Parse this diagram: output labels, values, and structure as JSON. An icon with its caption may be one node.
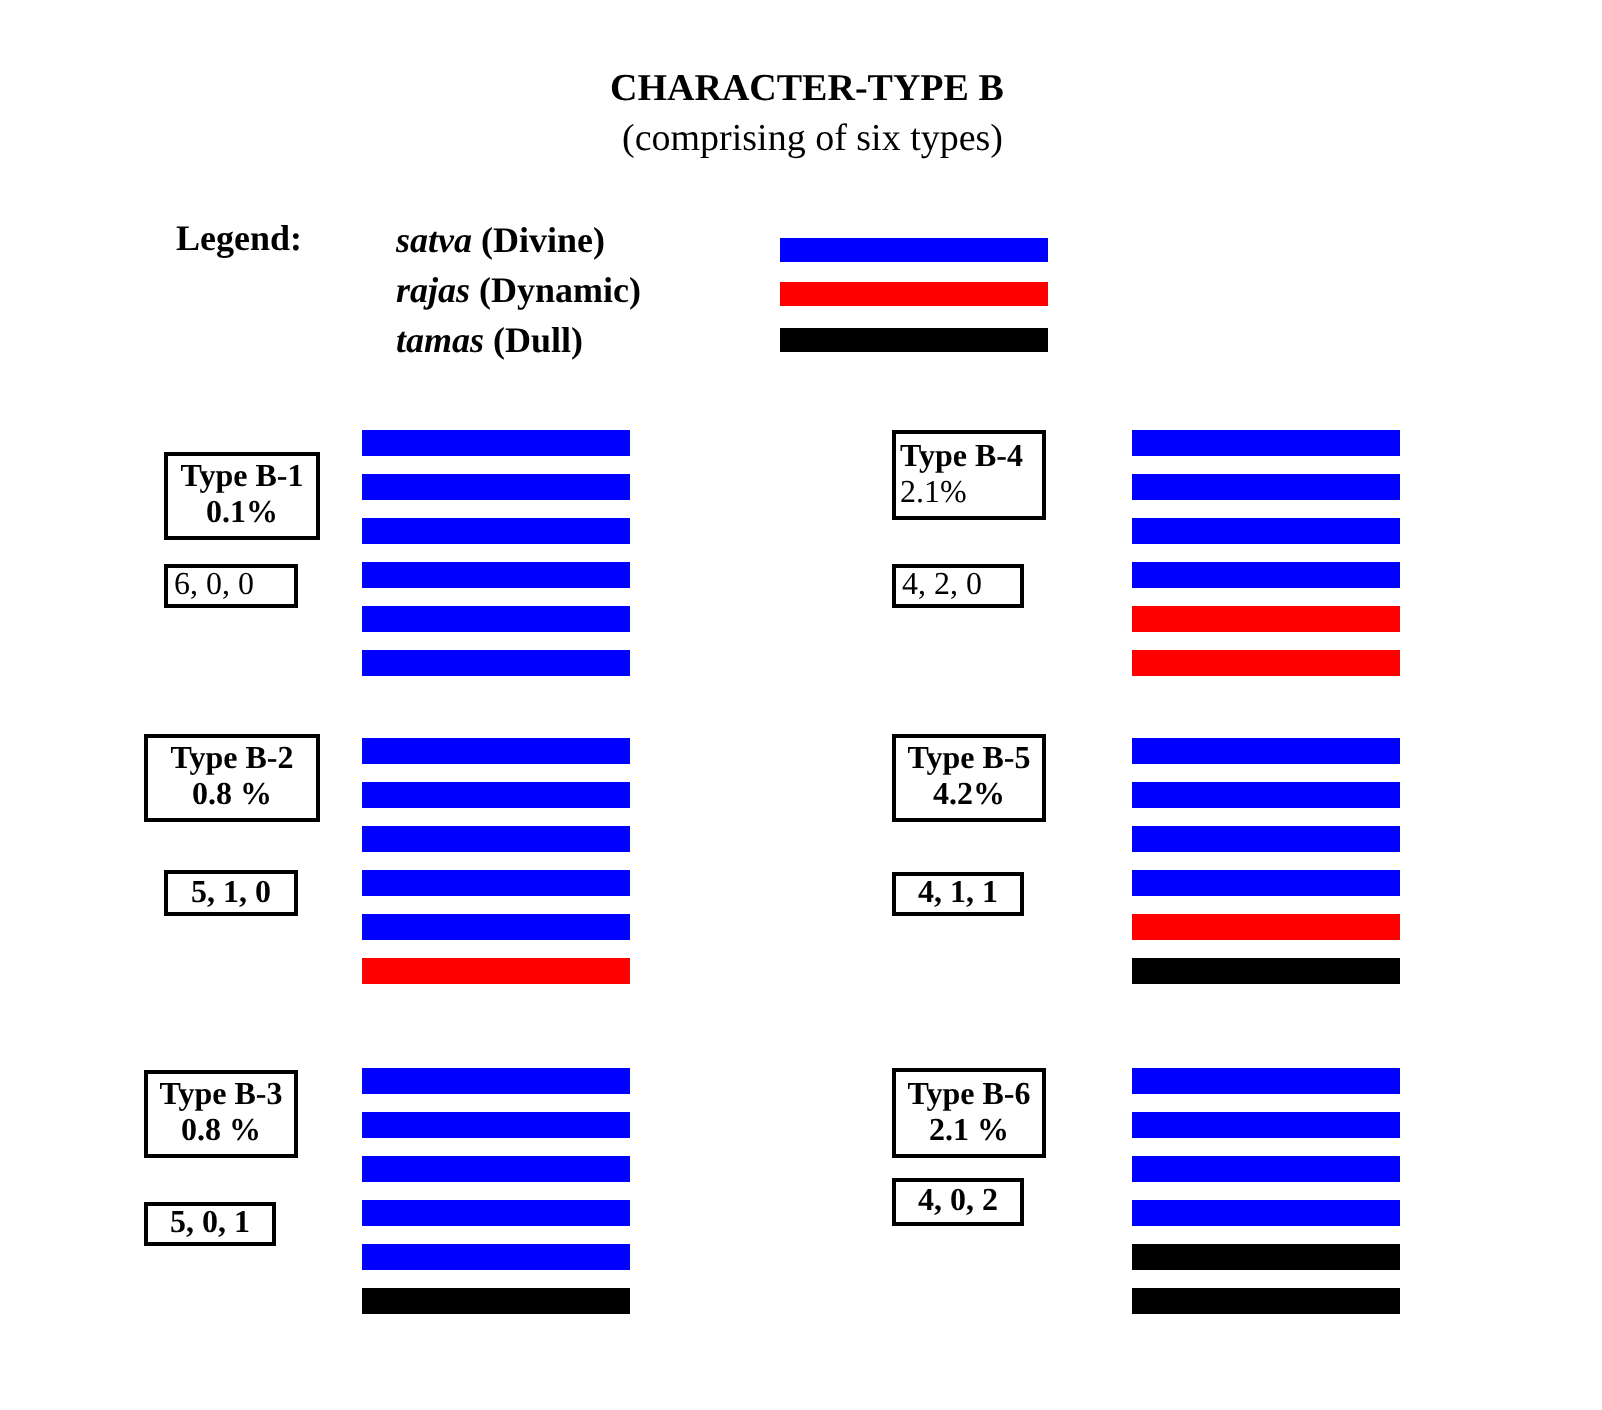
{
  "diagram": {
    "title": "CHARACTER-TYPE B",
    "nodes": [
      {
        "text": [
          "Type B-1",
          "0.1%"
        ]
      },
      {
        "text": [
          "6, 0, 0"
        ]
      },
      {
        "text": [
          "Type B-4",
          "2.1%"
        ]
      },
      {
        "text": [
          "4, 2, 0"
        ]
      },
      {
        "text": [
          "Type B-2",
          "0.8 %"
        ]
      },
      {
        "text": [
          "5, 1, 0"
        ]
      },
      {
        "text": [
          "Type B-5",
          "4.2%"
        ]
      },
      {
        "text": [
          "4, 1, 1"
        ]
      },
      {
        "text": [
          "Type B-3",
          "0.8 %"
        ]
      },
      {
        "text": [
          "5, 0, 1"
        ]
      },
      {
        "text": [
          "Type B-6",
          "2.1 %"
        ]
      },
      {
        "text": [
          "4, 0, 2"
        ]
      }
    ],
    "edges": [],
    "labels": [
      "(comprising of six types)",
      "Legend:"
    ],
    "legend": [
      {
        "text": "*satva* (Divine)",
        "color": "#0000ff"
      },
      {
        "text": "*rajas* (Dynamic)",
        "color": "#ff0000"
      },
      {
        "text": "*tamas* (Dull)",
        "color": "#000000"
      }
    ]
  }
}
